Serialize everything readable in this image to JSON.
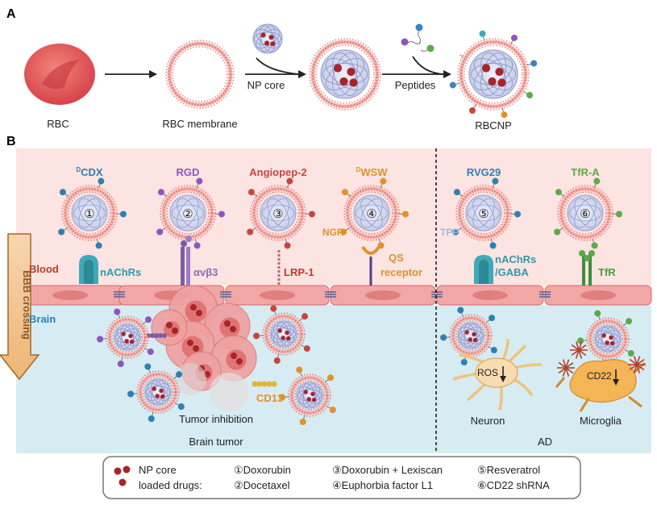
{
  "panel_a": {
    "letter": "A",
    "rbc": "RBC",
    "membrane": "RBC membrane",
    "np_core": "NP core",
    "peptides": "Peptides",
    "rbcnp": "RBCNP"
  },
  "panel_b": {
    "letter": "B",
    "peptides": [
      {
        "sup": "D",
        "name": "CDX",
        "num": "①",
        "color": "#2f7fb5"
      },
      {
        "sup": "",
        "name": "RGD",
        "num": "②",
        "color": "#8e55c0"
      },
      {
        "sup": "",
        "name": "Angiopep-2",
        "num": "③",
        "color": "#c9453c"
      },
      {
        "sup": "D",
        "name": "WSW",
        "num": "④",
        "color": "#e0922a"
      },
      {
        "sup": "",
        "name": "RVG29",
        "num": "⑤",
        "color": "#2f7fb5"
      },
      {
        "sup": "",
        "name": "TfR-A",
        "num": "⑥",
        "color": "#5fa84a"
      }
    ],
    "ngr": "NGR",
    "tpp": "TPP",
    "blood": "Blood",
    "brain": "Brain",
    "bbb": "BBB crossing",
    "receptors": {
      "nachrs": "nAChRs",
      "avb3": "αvβ3",
      "lrp1": "LRP-1",
      "qs1": "QS",
      "qs2": "receptor",
      "nachrs_gaba1": "nAChRs",
      "nachrs_gaba2": "/GABA",
      "tfr": "TfR"
    },
    "cd13": "CD13",
    "tumor_inhibition": "Tumor inhibition",
    "brain_tumor": "Brain tumor",
    "ros": "ROS",
    "cd22": "CD22",
    "neuron": "Neuron",
    "microglia": "Microglia",
    "ad": "AD"
  },
  "legend": {
    "line1": "NP core",
    "line2": "loaded drugs:",
    "drugs": [
      "①Doxorubin",
      "②Docetaxel",
      "③Doxorubin + Lexiscan",
      "④Euphorbia factor L1",
      "⑤Resveratrol",
      "⑥CD22 shRNA"
    ]
  },
  "colors": {
    "blood_bg": "#fbe4e2",
    "brain_bg": "#d6ecf2",
    "membrane_red": "#e0605a",
    "core_blue": "#8d98cc",
    "drug_red": "#a8242a",
    "arrow_fill": "#f4c99a",
    "arrow_stroke": "#a2692a"
  }
}
